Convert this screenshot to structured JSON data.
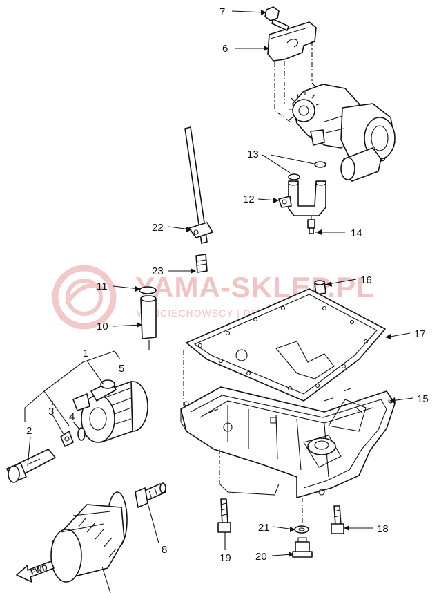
{
  "watermark": {
    "brand": "YAMA-SKLEP.PL",
    "tagline": "WOJCIECHOWSCY | DEALER YAMAHA"
  },
  "fwd_label": "FWD",
  "callouts": [
    "1",
    "2",
    "3",
    "4",
    "5",
    "6",
    "7",
    "8",
    "10",
    "11",
    "12",
    "13",
    "14",
    "15",
    "16",
    "17",
    "18",
    "19",
    "20",
    "21",
    "22",
    "23"
  ],
  "colors": {
    "line": "#111111",
    "watermark": "#f2c3c3"
  }
}
